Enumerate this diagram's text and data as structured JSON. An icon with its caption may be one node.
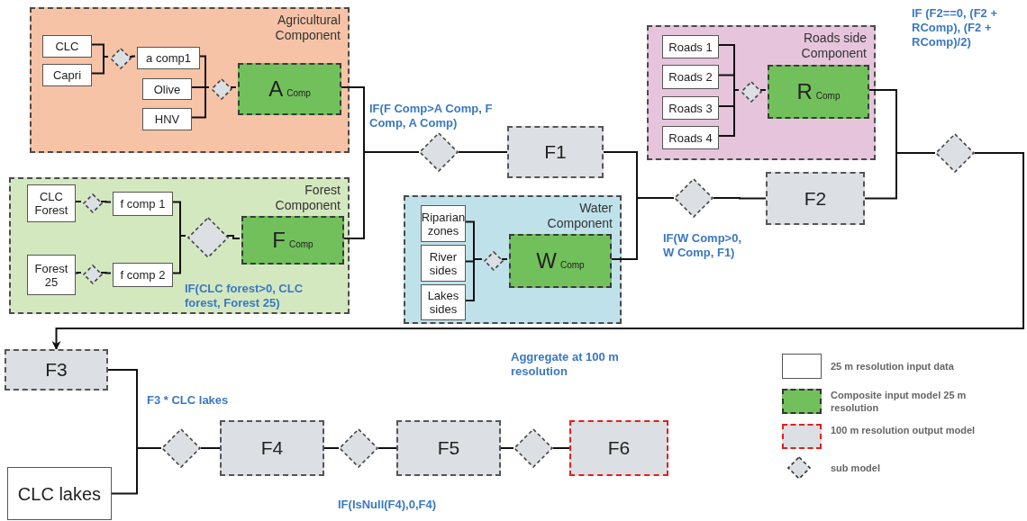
{
  "diagram": {
    "nodes": [
      {
        "text": [
          "Agricultural Component"
        ]
      },
      {
        "text": [
          "CLC"
        ],
        "in": 0
      },
      {
        "text": [
          "Capri"
        ],
        "in": 0
      },
      {
        "text": [],
        "shape": "diamond",
        "in": 0
      },
      {
        "text": [
          "a comp1"
        ],
        "in": 0
      },
      {
        "text": [
          "Olive"
        ],
        "in": 0
      },
      {
        "text": [
          "HNV"
        ],
        "in": 0
      },
      {
        "text": [],
        "shape": "diamond",
        "in": 0
      },
      {
        "text": [
          "A$_{Comp}$"
        ],
        "in": 0
      },
      {
        "text": [
          "Forest Component"
        ]
      },
      {
        "text": [
          "CLC Forest"
        ],
        "in": 9
      },
      {
        "text": [
          "Forest 25"
        ],
        "in": 9
      },
      {
        "text": [],
        "shape": "diamond",
        "in": 9
      },
      {
        "text": [],
        "shape": "diamond",
        "in": 9
      },
      {
        "text": [
          "f comp 1"
        ],
        "in": 9
      },
      {
        "text": [
          "f comp 2"
        ],
        "in": 9
      },
      {
        "text": [],
        "shape": "diamond",
        "in": 9
      },
      {
        "text": [
          "F$_{Comp}$"
        ],
        "in": 9
      },
      {
        "text": [],
        "shape": "diamond"
      },
      {
        "text": [
          "F1"
        ]
      },
      {
        "text": [
          "Water Component"
        ]
      },
      {
        "text": [
          "Riparian zones"
        ],
        "in": 20
      },
      {
        "text": [
          "River sides"
        ],
        "in": 20
      },
      {
        "text": [
          "Lakes sides"
        ],
        "in": 20
      },
      {
        "text": [],
        "shape": "diamond",
        "in": 20
      },
      {
        "text": [
          "W$_{Comp}$"
        ],
        "in": 20
      },
      {
        "text": [
          "Roads side Component"
        ]
      },
      {
        "text": [
          "Roads 1"
        ],
        "in": 26
      },
      {
        "text": [
          "Roads 2"
        ],
        "in": 26
      },
      {
        "text": [
          "Roads 3"
        ],
        "in": 26
      },
      {
        "text": [
          "Roads 4"
        ],
        "in": 26
      },
      {
        "text": [],
        "shape": "diamond",
        "in": 26
      },
      {
        "text": [
          "R$_{Comp}$"
        ],
        "in": 26
      },
      {
        "text": [],
        "shape": "diamond"
      },
      {
        "text": [
          "F2"
        ]
      },
      {
        "text": [],
        "shape": "diamond"
      },
      {
        "text": [
          "F3"
        ]
      },
      {
        "text": [
          "CLC lakes"
        ]
      },
      {
        "text": [],
        "shape": "diamond"
      },
      {
        "text": [
          "F4"
        ]
      },
      {
        "text": [],
        "shape": "diamond"
      },
      {
        "text": [
          "F5"
        ]
      },
      {
        "text": [],
        "shape": "diamond"
      },
      {
        "text": [
          "F6"
        ]
      }
    ],
    "edges": [
      {
        "from": 1,
        "to": 3,
        "arrow": "none"
      },
      {
        "from": 2,
        "to": 3,
        "arrow": "none"
      },
      {
        "from": 3,
        "to": 4,
        "arrow": "none"
      },
      {
        "from": 4,
        "to": 7,
        "arrow": "none"
      },
      {
        "from": 5,
        "to": 7,
        "arrow": "none"
      },
      {
        "from": 6,
        "to": 7,
        "arrow": "none"
      },
      {
        "from": 7,
        "to": 8,
        "arrow": "none"
      },
      {
        "from": 10,
        "to": 12,
        "arrow": "none"
      },
      {
        "from": 12,
        "to": 14,
        "arrow": "none"
      },
      {
        "from": 11,
        "to": 13,
        "arrow": "none"
      },
      {
        "from": 13,
        "to": 15,
        "arrow": "none"
      },
      {
        "from": 14,
        "to": 16,
        "arrow": "none"
      },
      {
        "from": 15,
        "to": 16,
        "arrow": "none"
      },
      {
        "from": 16,
        "to": 17,
        "arrow": "none"
      },
      {
        "from": 8,
        "to": 18,
        "arrow": "none"
      },
      {
        "from": 17,
        "to": 18,
        "arrow": "none"
      },
      {
        "from": 18,
        "to": 19,
        "arrow": "none"
      },
      {
        "from": 21,
        "to": 24,
        "arrow": "none"
      },
      {
        "from": 22,
        "to": 24,
        "arrow": "none"
      },
      {
        "from": 23,
        "to": 24,
        "arrow": "none"
      },
      {
        "from": 24,
        "to": 25,
        "arrow": "none"
      },
      {
        "from": 19,
        "to": 33,
        "arrow": "none"
      },
      {
        "from": 25,
        "to": 33,
        "arrow": "none"
      },
      {
        "from": 33,
        "to": 34,
        "arrow": "none"
      },
      {
        "from": 27,
        "to": 31,
        "arrow": "none"
      },
      {
        "from": 28,
        "to": 31,
        "arrow": "none"
      },
      {
        "from": 29,
        "to": 31,
        "arrow": "none"
      },
      {
        "from": 30,
        "to": 31,
        "arrow": "none"
      },
      {
        "from": 31,
        "to": 32,
        "arrow": "none"
      },
      {
        "from": 32,
        "to": 35,
        "arrow": "none"
      },
      {
        "from": 34,
        "to": 35,
        "arrow": "none"
      },
      {
        "from": 35,
        "to": 36,
        "arrow": "to"
      },
      {
        "from": 36,
        "to": 38,
        "arrow": "none"
      },
      {
        "from": 37,
        "to": 38,
        "arrow": "none"
      },
      {
        "from": 38,
        "to": 39,
        "arrow": "none"
      },
      {
        "from": 39,
        "to": 40,
        "arrow": "none"
      },
      {
        "from": 40,
        "to": 41,
        "arrow": "none"
      },
      {
        "from": 41,
        "to": 42,
        "arrow": "none"
      },
      {
        "from": 42,
        "to": 43,
        "arrow": "none"
      }
    ],
    "labels": [
      "IF(F Comp>A Comp, F Comp, A Comp)",
      "IF(CLC forest>0, CLC forest, Forest 25)",
      "IF(W Comp>0, W Comp, F1)",
      "IF (F2==0, (F2 + RComp), (F2 + RComp)/2)",
      "F3 * CLC lakes",
      "Aggregate at 100 m resolution",
      "IF(IsNull(F4),0,F4)"
    ],
    "legend": [
      {
        "text": "25 m resolution input data",
        "color": "#ffffff"
      },
      {
        "text": "Composite input model 25 m resolution",
        "color": "#72c05c"
      },
      {
        "text": "100 m resolution output model",
        "color": "#dcdfe3"
      },
      {
        "text": "sub model",
        "color": "#dcdfe3"
      }
    ]
  }
}
